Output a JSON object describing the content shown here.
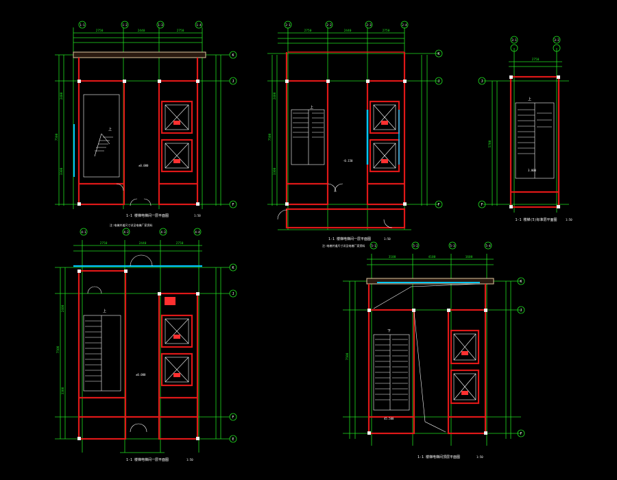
{
  "colors": {
    "background": "#000000",
    "wall": "#e01818",
    "dimension": "#20e020",
    "annotation": "#ffffff",
    "glazing": "#00c8ff",
    "column": "#f0f0f0",
    "door": "#ffffff",
    "lobby_floor": "#c8c800",
    "beam": "#e0c8a0",
    "elevator_mark": "#ff3030"
  },
  "drawings": [
    {
      "id": "plan-1",
      "title": "1-1 楼梯电梯间一层平面图",
      "scale": "1:50",
      "note": "注:电梯井道尺寸详见电梯厂家资料",
      "axes_top": [
        "1-1",
        "1-2",
        "1-3",
        "1-4"
      ],
      "axes_right": [
        "K",
        "J",
        "F"
      ],
      "dims_top": [
        "2750",
        "2440",
        "2750"
      ],
      "dims_side": [
        "7500",
        "2400",
        "3300"
      ],
      "stair_label": "上",
      "level": "±0.000"
    },
    {
      "id": "plan-2",
      "title": "1-1 楼梯电梯间一层平面图",
      "scale": "1:50",
      "note": "注:电梯井道尺寸详见电梯厂家资料",
      "axes_top": [
        "2-1",
        "2-2",
        "2-3",
        "2-4"
      ],
      "axes_right": [
        "K",
        "J",
        "F"
      ],
      "dims_top": [
        "2750",
        "2440",
        "2750"
      ],
      "dims_side": [
        "7500",
        "2400",
        "3300"
      ],
      "stair_label": "上",
      "level": "-0.150"
    },
    {
      "id": "plan-3",
      "title": "1-1 楼梯(5)标准层平面图",
      "scale": "1:50",
      "axes_top": [
        "3-1",
        "3-2"
      ],
      "axes_right": [
        "J",
        "F"
      ],
      "dims_top": [
        "2750"
      ],
      "dims_side": [
        "5700"
      ],
      "stair_label": "上",
      "level": "3.000"
    },
    {
      "id": "plan-4",
      "title": "1-1 楼梯电梯间一层平面图",
      "scale": "1:50",
      "axes_top": [
        "4-1",
        "4-2",
        "4-3",
        "4-4"
      ],
      "axes_right": [
        "K",
        "J",
        "F",
        "E"
      ],
      "dims_top": [
        "2750",
        "2440",
        "2750"
      ],
      "dims_side": [
        "7500",
        "2400",
        "3300"
      ],
      "stair_label": "上",
      "level": "±0.000"
    },
    {
      "id": "plan-5",
      "title": "1-1 楼梯电梯间顶层平面图",
      "scale": "1:50",
      "axes_top": [
        "5-1",
        "5-2",
        "5-3",
        "5-4"
      ],
      "axes_right": [
        "K",
        "J",
        "F"
      ],
      "dims_top": [
        "3100",
        "4100",
        "1600"
      ],
      "dims_side": [
        "7500"
      ],
      "stair_label": "下",
      "level": "45.500"
    }
  ]
}
